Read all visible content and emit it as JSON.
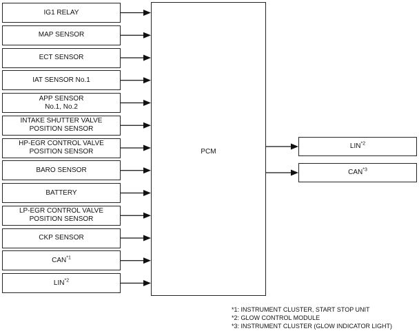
{
  "inputs": [
    {
      "lines": [
        "IG1 RELAY"
      ]
    },
    {
      "lines": [
        "MAP SENSOR"
      ]
    },
    {
      "lines": [
        "ECT SENSOR"
      ]
    },
    {
      "lines": [
        "IAT SENSOR No.1"
      ]
    },
    {
      "lines": [
        "APP SENSOR",
        "No.1, No.2"
      ]
    },
    {
      "lines": [
        "INTAKE SHUTTER VALVE",
        "POSITION SENSOR"
      ]
    },
    {
      "lines": [
        "HP-EGR CONTROL VALVE",
        "POSITION SENSOR"
      ]
    },
    {
      "lines": [
        "BARO SENSOR"
      ]
    },
    {
      "lines": [
        "BATTERY"
      ]
    },
    {
      "lines": [
        "LP-EGR CONTROL VALVE",
        "POSITION SENSOR"
      ]
    },
    {
      "lines": [
        "CKP SENSOR"
      ]
    },
    {
      "lines": [
        "CAN"
      ],
      "sup": "*1"
    },
    {
      "lines": [
        "LIN"
      ],
      "sup": "*2"
    }
  ],
  "pcm": {
    "label": "PCM"
  },
  "outputs": [
    {
      "lines": [
        "LIN"
      ],
      "sup": "*2"
    },
    {
      "lines": [
        "CAN"
      ],
      "sup": "*3"
    }
  ],
  "notes": [
    "*1: INSTRUMENT CLUSTER, START STOP UNIT",
    "*2: GLOW CONTROL MODULE",
    "*3: INSTRUMENT CLUSTER (GLOW INDICATOR LIGHT)"
  ]
}
